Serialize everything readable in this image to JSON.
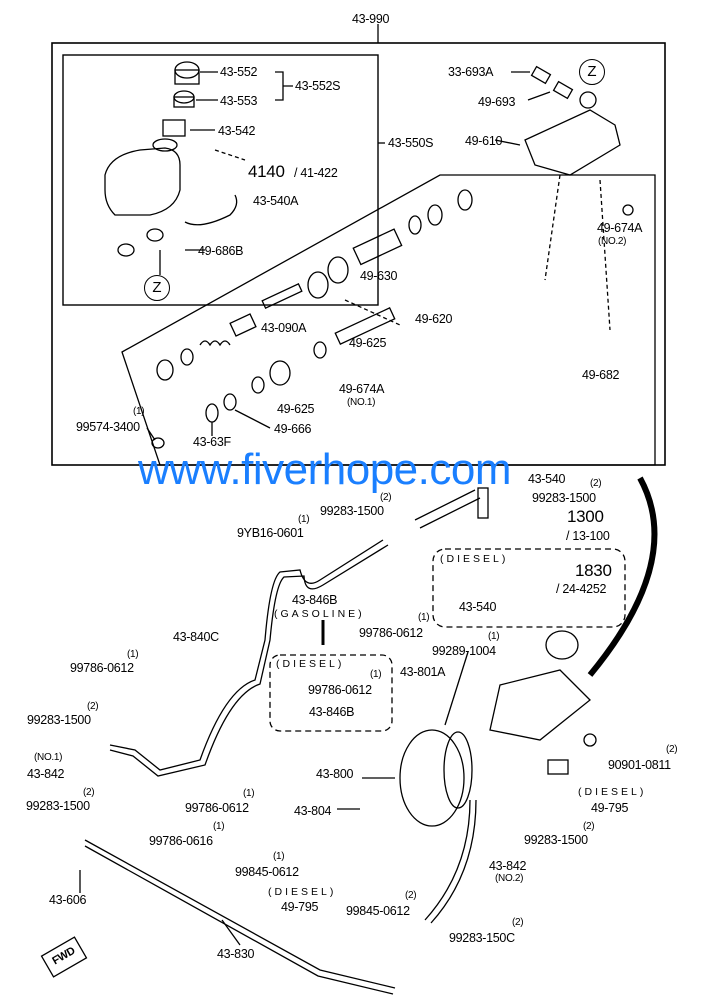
{
  "watermark": "www.fiverhope.com",
  "labels": {
    "assy": "43-990",
    "cap": "43-552",
    "cap_inner": "43-553",
    "cap_set": "43-552S",
    "filter": "43-542",
    "reservoir_set": "43-550S",
    "ref_4140": "4140",
    "ref_41422": "/ 41-422",
    "hose_a": "43-540A",
    "grommet": "49-686B",
    "z": "Z",
    "nut_33693a": "33-693A",
    "pipe_49693": "49-693",
    "cylinder": "49-610",
    "bolt_674a_no2": "49-674A",
    "no2": "(NO.2)",
    "piston_630": "49-630",
    "kit_090a": "43-090A",
    "piston_620": "49-620",
    "seal_625a": "49-625",
    "bolt_674a_no1": "49-674A",
    "no1": "(NO.1)",
    "seal_625b": "49-625",
    "seal_666": "49-666",
    "ring_63f": "43-63F",
    "clip_99574": "99574-3400",
    "qty1": "(1)",
    "qty2": "(2)",
    "plug_682": "49-682",
    "hose_540": "43-540",
    "clamp_99283": "99283-1500",
    "ref_1300": "1300",
    "ref_13100": "/ 13-100",
    "clip_9yb16": "9YB16-0601",
    "diesel": "(DIESEL)",
    "ref_1830": "1830",
    "ref_244252": "/ 24-4252",
    "bracket_846b": "43-846B",
    "gasoline": "(GASOLINE)",
    "pipe_840c": "43-840C",
    "bolt_99786": "99786-0612",
    "clip_99289": "99289-1004",
    "hose_801a": "43-801A",
    "booster": "43-800",
    "nut_804": "43-804",
    "nut_90901": "90901-0811",
    "valve_795": "49-795",
    "hose_842": "43-842",
    "bolt_99786_0616": "99786-0616",
    "bolt_99845": "99845-0612",
    "pipe_830": "43-830",
    "clamp_99283c": "99283-150C",
    "joint_606": "43-606",
    "fwd": "FWD"
  }
}
